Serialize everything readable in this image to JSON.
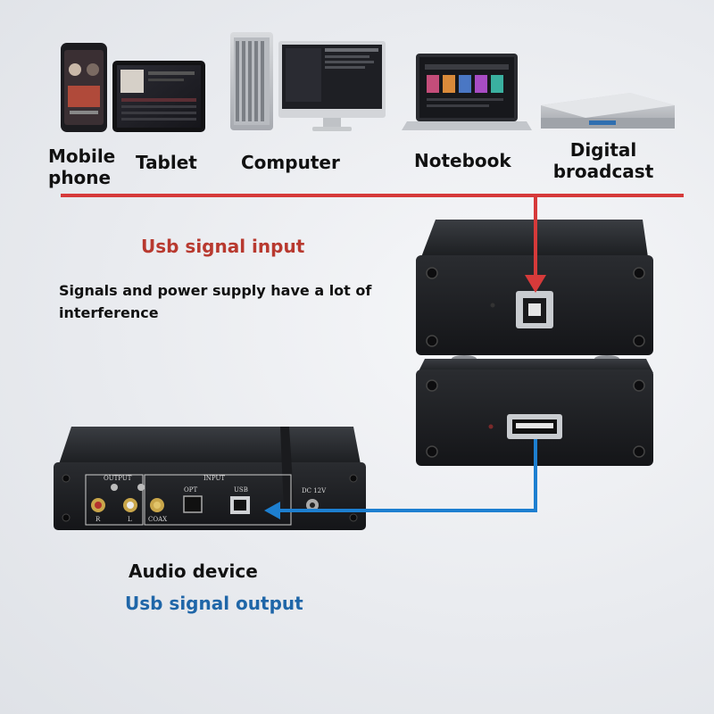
{
  "sources": [
    {
      "label": "Mobile\nphone",
      "icon": "mobile-phone-icon"
    },
    {
      "label": "Tablet",
      "icon": "tablet-icon"
    },
    {
      "label": "Computer",
      "icon": "desktop-computer-icon"
    },
    {
      "label": "Notebook",
      "icon": "laptop-icon"
    },
    {
      "label": "Digital\nbroadcast",
      "icon": "digital-broadcast-box-icon"
    }
  ],
  "input": {
    "title": "Usb signal input",
    "note": "Signals and power supply have a lot of interference",
    "color": "#d63a3a"
  },
  "output": {
    "device_label": "Audio device",
    "title": "Usb signal output",
    "color": "#1d7fd0"
  },
  "audio_device": {
    "panel_output": "OUTPUT",
    "panel_input": "INPUT",
    "opt": "OPT",
    "usb": "USB",
    "coax": "COAX",
    "right": "R",
    "left": "L",
    "dc": "DC 12V"
  }
}
